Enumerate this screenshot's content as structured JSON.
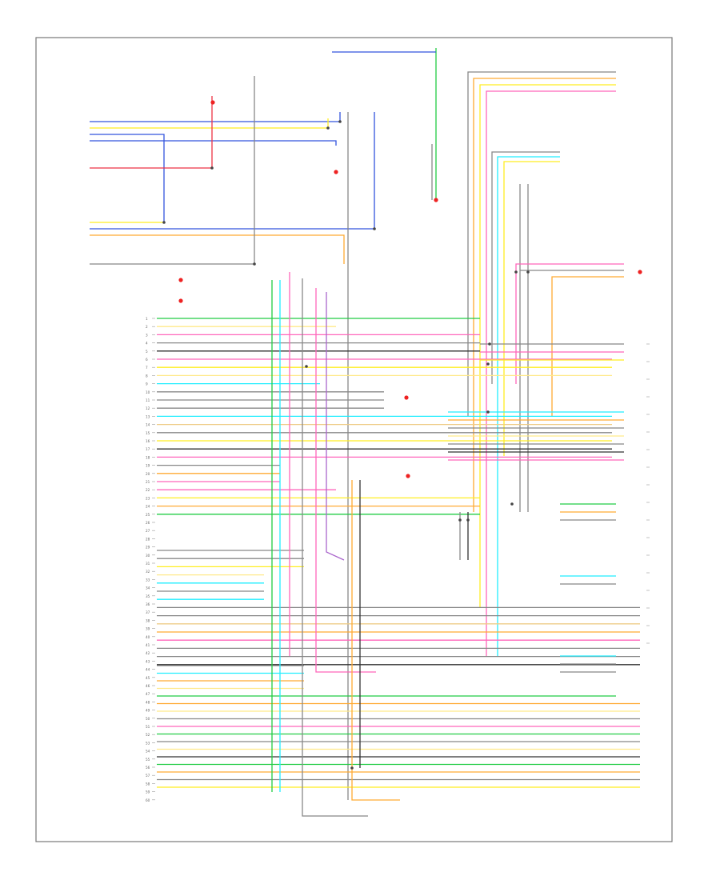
{
  "pin_numbers": [
    "1",
    "2",
    "3",
    "4",
    "5",
    "6",
    "7",
    "8",
    "9",
    "10",
    "11",
    "12",
    "13",
    "14",
    "15",
    "16",
    "17",
    "18",
    "19",
    "20",
    "21",
    "22",
    "23",
    "24",
    "25",
    "26",
    "27",
    "28",
    "29",
    "30",
    "31",
    "32",
    "33",
    "34",
    "35",
    "36",
    "37",
    "38",
    "39",
    "40",
    "41",
    "42",
    "43",
    "44",
    "45",
    "46",
    "47",
    "48",
    "49",
    "50",
    "51",
    "52",
    "53",
    "54",
    "55",
    "56",
    "57",
    "58",
    "59",
    "60"
  ],
  "colors": {
    "red": "#ee3344",
    "pink": "#ff66bb",
    "blue": "#3355dd",
    "yellow": "#ffee22",
    "orange": "#ffaa33",
    "green": "#22cc44",
    "cyan": "#22eeff",
    "gray": "#888888",
    "black": "#333333",
    "lightyellow": "#ffe98a",
    "brown": "#cc9955",
    "purple": "#aa66cc",
    "lightpink": "#ffbbcc",
    "tan": "#eecc88",
    "lightgreen": "#88ee99"
  }
}
